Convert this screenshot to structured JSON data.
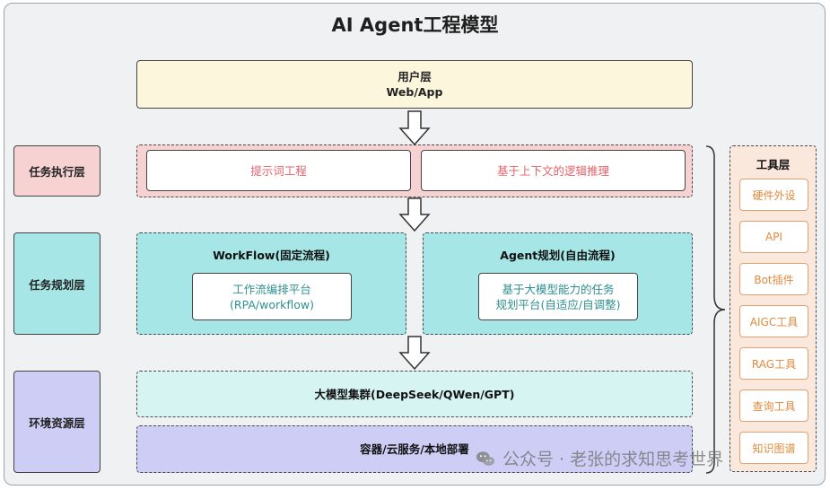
{
  "title": "AI Agent工程模型",
  "user_layer": {
    "line1": "用户层",
    "line2": "Web/App"
  },
  "layers": {
    "task_exec": "任务执行层",
    "task_plan": "任务规划层",
    "env_res": "环境资源层"
  },
  "task_exec": {
    "prompt": "提示词工程",
    "reasoning": "基于上下文的逻辑推理"
  },
  "workflow": {
    "title": "WorkFlow(固定流程)",
    "inner_line1": "工作流编排平台",
    "inner_line2": "(RPA/workflow)"
  },
  "agent_plan": {
    "title": "Agent规划(自由流程)",
    "inner_line1": "基于大模型能力的任务",
    "inner_line2": "规划平台(自适应/自调整)"
  },
  "env": {
    "models": "大模型集群(DeepSeek/QWen/GPT)",
    "infra": "容器/云服务/本地部署"
  },
  "tools": {
    "title": "工具层",
    "items": [
      "硬件外设",
      "API",
      "Bot插件",
      "AIGC工具",
      "RAG工具",
      "查询工具",
      "知识图谱"
    ]
  },
  "watermark": "公众号 · 老张的求知思考世界",
  "colors": {
    "user": "#fbf6dc",
    "exec_left": "#f7d2d3",
    "exec_text": "#e8636b",
    "plan": "#a6e6e6",
    "plan_text": "#2f8f8f",
    "env": "#cdcdf5",
    "env_models": "#d6f5f2",
    "tools_bg": "#fbe8dc",
    "tools_border": "#e0a070",
    "tools_text": "#e08a3c"
  }
}
